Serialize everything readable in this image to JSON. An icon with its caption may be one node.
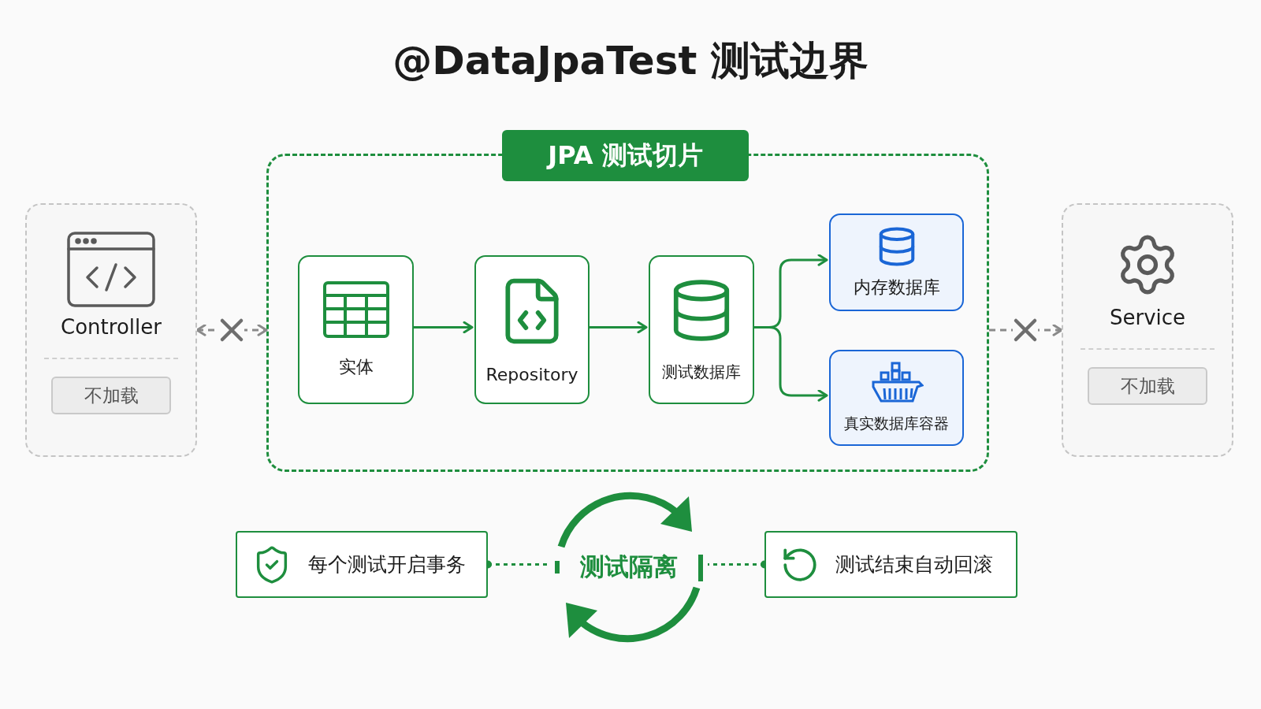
{
  "diagram": {
    "title": "@DataJpaTest 测试边界",
    "nodes": [
      {
        "text": [
          "Controller",
          "不加载"
        ]
      },
      {
        "text": [
          "JPA 测试切片"
        ]
      },
      {
        "text": [
          "实体"
        ],
        "in": 1
      },
      {
        "text": [
          "Repository"
        ],
        "in": 1
      },
      {
        "text": [
          "测试数据库"
        ],
        "in": 1
      },
      {
        "text": [
          "内存数据库"
        ],
        "in": 1
      },
      {
        "text": [
          "真实数据库容器"
        ],
        "in": 1
      },
      {
        "text": [
          "Service",
          "不加载"
        ]
      },
      {
        "text": [
          "每个测试开启事务"
        ]
      },
      {
        "text": [
          "测试隔离"
        ]
      },
      {
        "text": [
          "测试结束自动回滚"
        ]
      }
    ],
    "edges": [
      {
        "from": 2,
        "to": 3,
        "arrow": "to"
      },
      {
        "from": 3,
        "to": 4,
        "arrow": "to"
      },
      {
        "from": 4,
        "to": 5,
        "arrow": "to"
      },
      {
        "from": 4,
        "to": 6,
        "arrow": "to"
      },
      {
        "from": 0,
        "to": 1,
        "arrow": "both",
        "style": "dashed",
        "color": "#8a8a8a"
      },
      {
        "from": 1,
        "to": 7,
        "arrow": "to",
        "style": "dashed",
        "color": "#8a8a8a"
      },
      {
        "from": 8,
        "to": 9,
        "arrow": "other",
        "style": "dashed"
      },
      {
        "from": 10,
        "to": 9,
        "arrow": "other",
        "style": "dashed"
      }
    ]
  }
}
